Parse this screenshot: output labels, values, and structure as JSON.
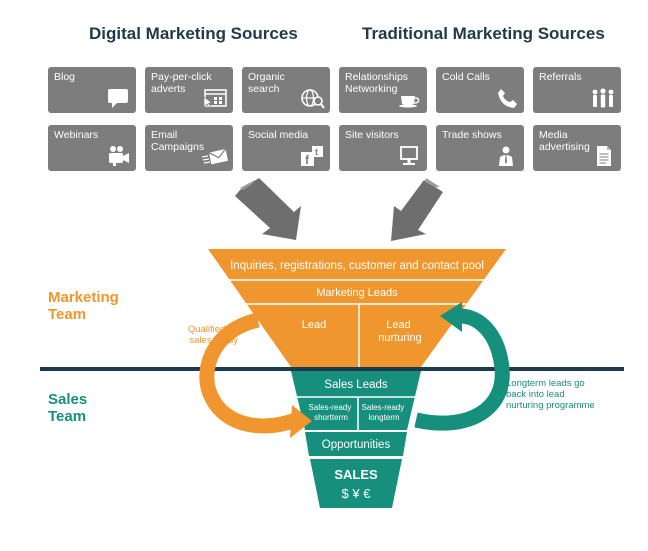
{
  "headings": {
    "digital": "Digital Marketing Sources",
    "traditional": "Traditional Marketing Sources"
  },
  "sources": [
    {
      "label": "Blog",
      "icon": "speech-bubble-icon"
    },
    {
      "label": "Pay-per-click\nadverts",
      "icon": "browser-cursor-icon"
    },
    {
      "label": "Organic\nsearch",
      "icon": "globe-magnifier-icon"
    },
    {
      "label": "Relationships\nNetworking",
      "icon": "coffee-cup-icon"
    },
    {
      "label": "Cold Calls",
      "icon": "phone-icon"
    },
    {
      "label": "Referrals",
      "icon": "people-group-icon"
    },
    {
      "label": "Webinars",
      "icon": "video-camera-icon"
    },
    {
      "label": "Email\nCampaigns",
      "icon": "envelope-icon"
    },
    {
      "label": "Social media",
      "icon": "social-logos-icon"
    },
    {
      "label": "Site visitors",
      "icon": "computer-monitor-icon"
    },
    {
      "label": "Trade shows",
      "icon": "presenter-icon"
    },
    {
      "label": "Media\nadvertising",
      "icon": "document-icon"
    }
  ],
  "funnel": {
    "top": "Inquiries, registrations, customer and contact pool",
    "marketing_leads": "Marketing Leads",
    "lead": "Lead",
    "lead_nurturing": "Lead\nnurturing",
    "sales_leads": "Sales Leads",
    "sales_ready_short": "Sales-ready\nshortterm",
    "sales_ready_long": "Sales-ready\nlongterm",
    "opportunities": "Opportunities",
    "sales": "SALES",
    "currencies": "$ ¥ €"
  },
  "teams": {
    "marketing": "Marketing\nTeam",
    "sales": "Sales\nTeam"
  },
  "notes": {
    "qualified": "Qualified as\nsales ready",
    "longterm": "Longterm leads go\nback into lead\nnurturing programme"
  },
  "colors": {
    "orange": "#f0962e",
    "teal": "#178f7d",
    "tile_grey": "#7d7d7d",
    "arrow_grey": "#6e6e6e",
    "divider": "#1d3a4e",
    "heading": "#1f3a4d"
  }
}
